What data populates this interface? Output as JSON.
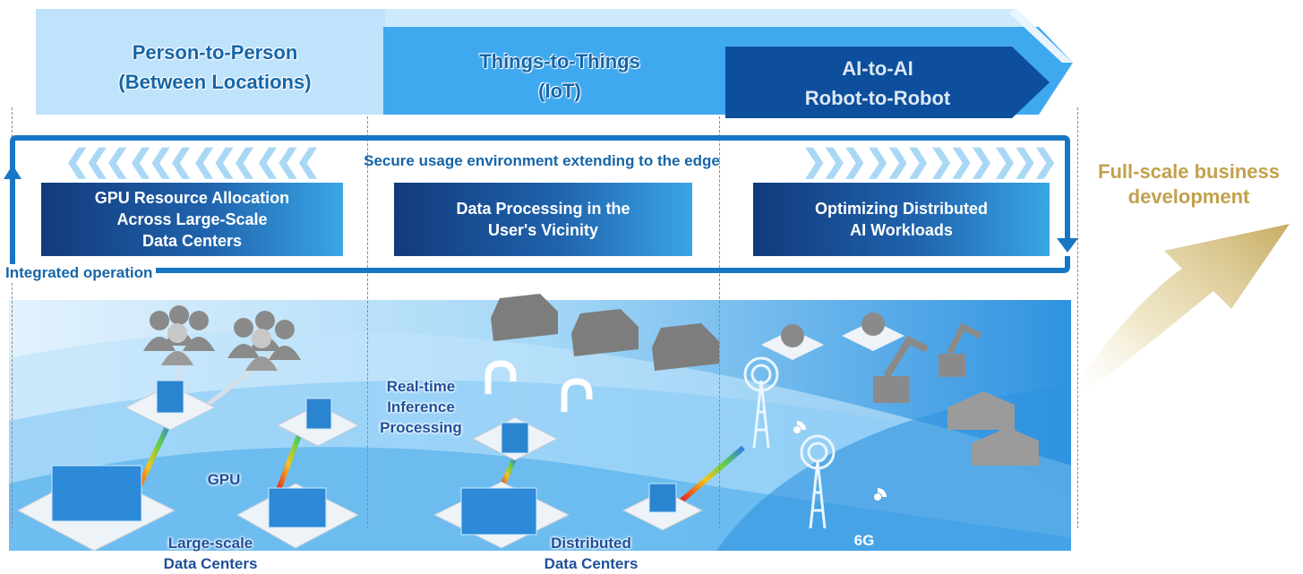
{
  "phases": [
    {
      "line1": "Person-to-Person",
      "line2": "(Between Locations)"
    },
    {
      "line1": "Things-to-Things",
      "line2": "(IoT)"
    },
    {
      "line1": "AI-to-AI",
      "line2": "Robot-to-Robot"
    }
  ],
  "secure_text": "Secure usage environment extending to the edge",
  "integrated_text": "Integrated operation",
  "boxes": [
    {
      "line1": "GPU Resource Allocation",
      "line2": "Across Large-Scale",
      "line3": "Data Centers"
    },
    {
      "line1": "Data Processing in the",
      "line2": "User's Vicinity"
    },
    {
      "line1": "Optimizing Distributed",
      "line2": "AI Workloads"
    }
  ],
  "business_text": {
    "line1": "Full-scale business",
    "line2": "development"
  },
  "labels": {
    "gpu": "GPU",
    "large_scale": {
      "line1": "Large-scale",
      "line2": "Data Centers"
    },
    "realtime": {
      "line1": "Real-time",
      "line2": "Inference",
      "line3": "Processing"
    },
    "distributed": {
      "line1": "Distributed",
      "line2": "Data Centers"
    },
    "sixg": "6G"
  },
  "colors": {
    "header_light": "#bfe3fb",
    "header_mid": "#3fa9f0",
    "header_dark": "#0d4f9c",
    "frame": "#1777c4",
    "text_blue": "#1f4f9a",
    "gold": "#c2a14c"
  }
}
